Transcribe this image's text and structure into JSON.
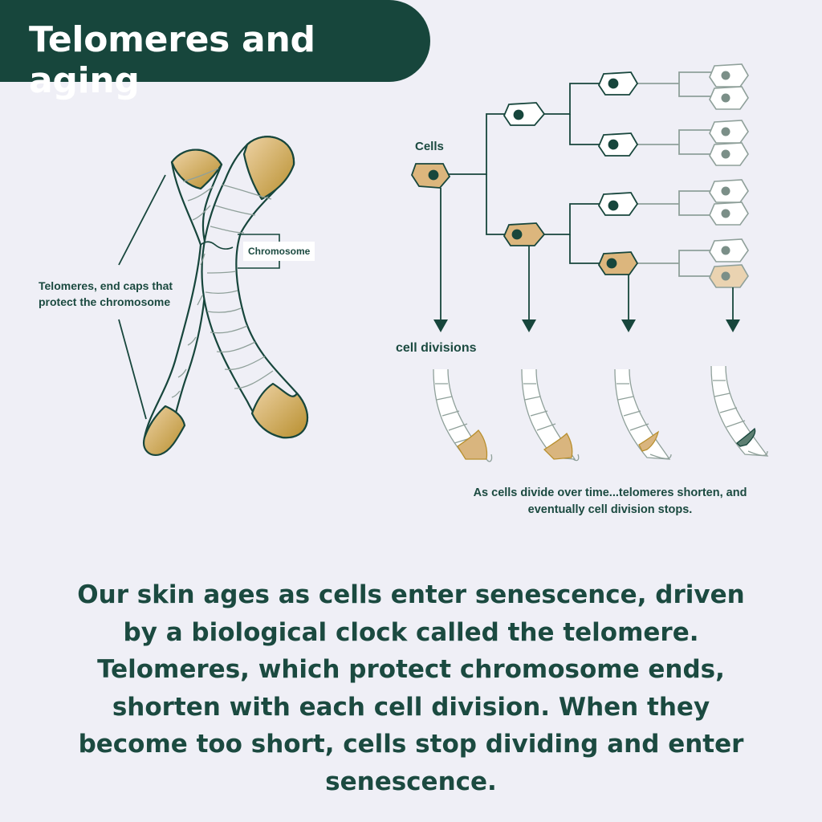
{
  "title": "Telomeres and aging",
  "labels": {
    "telomeres": "Telomeres, end caps that protect the chromosome",
    "chromosome": "Chromosome",
    "cells": "Cells",
    "cell_divisions": "cell divisions",
    "caption": "As cells divide over time...telomeres shorten, and eventually cell division stops."
  },
  "body": "Our skin ages as cells enter senescence, driven by a biological clock called the telomere. Telomeres, which protect chromosome ends, shorten with each cell division. When they become too short, cells stop dividing and enter senescence.",
  "colors": {
    "dark_green": "#17463c",
    "gold": "#d9b57e",
    "gold_dark": "#b88f2e",
    "line_gray": "#8fa09a",
    "background": "#efeff6"
  }
}
